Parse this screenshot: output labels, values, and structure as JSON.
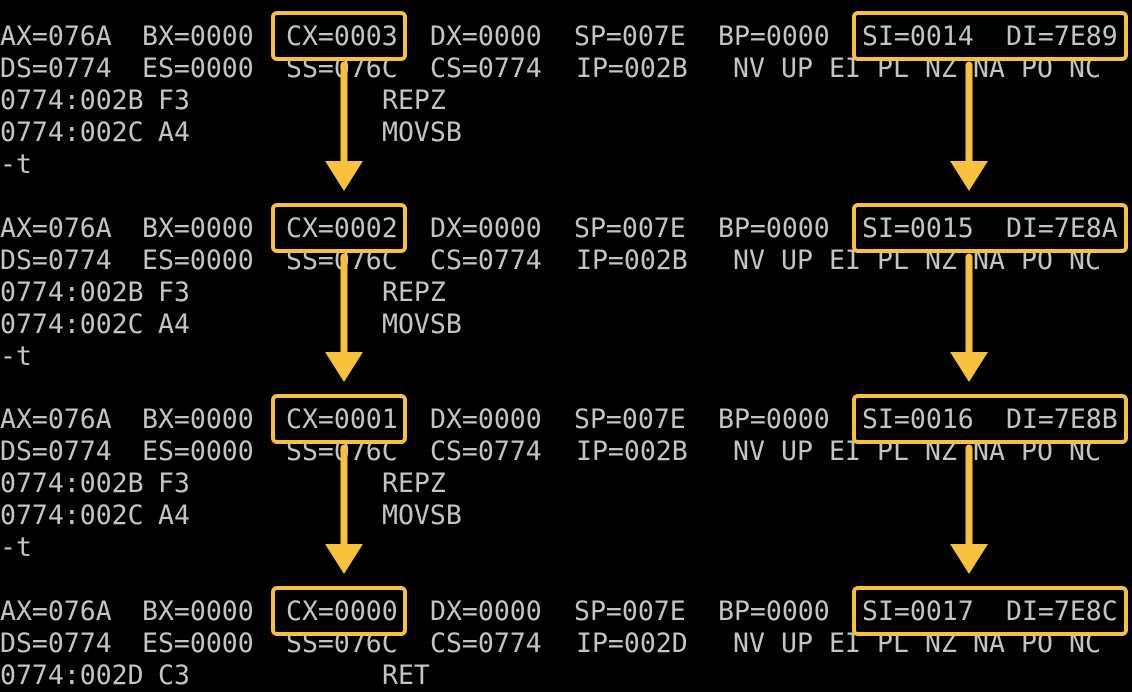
{
  "theme": {
    "background": "#000000",
    "text_color": "#c4c4c4",
    "highlight_color": "#f7c13d",
    "arrow_color": "#f7c13d"
  },
  "steps": [
    {
      "regs": [
        "AX=076A",
        "BX=0000",
        "CX=0003",
        "DX=0000",
        "SP=007E",
        "BP=0000",
        "SI=0014",
        "DI=7E89"
      ],
      "segs": [
        "DS=0774",
        "ES=0000",
        "SS=076C",
        "CS=0774",
        "IP=002B"
      ],
      "flags": [
        "NV",
        "UP",
        "EI",
        "PL",
        "NZ",
        "NA",
        "PO",
        "NC"
      ],
      "instructions": [
        {
          "addr": "0774:002B",
          "bytes": "F3",
          "mnemonic": "REPZ"
        },
        {
          "addr": "0774:002C",
          "bytes": "A4",
          "mnemonic": "MOVSB"
        }
      ],
      "command": "-t"
    },
    {
      "regs": [
        "AX=076A",
        "BX=0000",
        "CX=0002",
        "DX=0000",
        "SP=007E",
        "BP=0000",
        "SI=0015",
        "DI=7E8A"
      ],
      "segs": [
        "DS=0774",
        "ES=0000",
        "SS=076C",
        "CS=0774",
        "IP=002B"
      ],
      "flags": [
        "NV",
        "UP",
        "EI",
        "PL",
        "NZ",
        "NA",
        "PO",
        "NC"
      ],
      "instructions": [
        {
          "addr": "0774:002B",
          "bytes": "F3",
          "mnemonic": "REPZ"
        },
        {
          "addr": "0774:002C",
          "bytes": "A4",
          "mnemonic": "MOVSB"
        }
      ],
      "command": "-t"
    },
    {
      "regs": [
        "AX=076A",
        "BX=0000",
        "CX=0001",
        "DX=0000",
        "SP=007E",
        "BP=0000",
        "SI=0016",
        "DI=7E8B"
      ],
      "segs": [
        "DS=0774",
        "ES=0000",
        "SS=076C",
        "CS=0774",
        "IP=002B"
      ],
      "flags": [
        "NV",
        "UP",
        "EI",
        "PL",
        "NZ",
        "NA",
        "PO",
        "NC"
      ],
      "instructions": [
        {
          "addr": "0774:002B",
          "bytes": "F3",
          "mnemonic": "REPZ"
        },
        {
          "addr": "0774:002C",
          "bytes": "A4",
          "mnemonic": "MOVSB"
        }
      ],
      "command": "-t"
    },
    {
      "regs": [
        "AX=076A",
        "BX=0000",
        "CX=0000",
        "DX=0000",
        "SP=007E",
        "BP=0000",
        "SI=0017",
        "DI=7E8C"
      ],
      "segs": [
        "DS=0774",
        "ES=0000",
        "SS=076C",
        "CS=0774",
        "IP=002D"
      ],
      "flags": [
        "NV",
        "UP",
        "EI",
        "PL",
        "NZ",
        "NA",
        "PO",
        "NC"
      ],
      "instructions": [
        {
          "addr": "0774:002D",
          "bytes": "C3",
          "mnemonic": "RET"
        }
      ],
      "command": ""
    }
  ]
}
